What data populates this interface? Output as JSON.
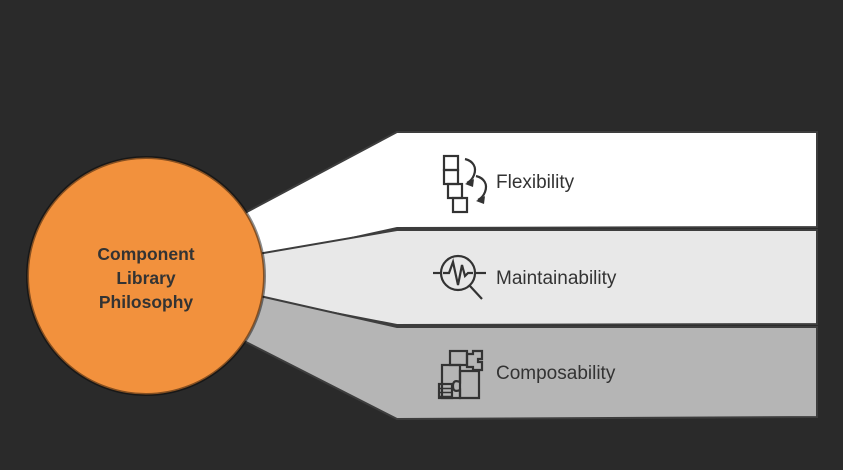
{
  "diagram": {
    "title": "Component Library Philosophy",
    "center": {
      "label": "Component Library Philosophy",
      "lines": [
        "Component",
        "Library",
        "Philosophy"
      ],
      "fill": "#F2913D"
    },
    "branches": [
      {
        "label": "Flexibility",
        "icon": "blocks-reorder-icon",
        "fill": "#FFFFFF"
      },
      {
        "label": "Maintainability",
        "icon": "pulse-magnifier-icon",
        "fill": "#E8E8E8"
      },
      {
        "label": "Composability",
        "icon": "puzzle-modules-icon",
        "fill": "#B5B5B5"
      }
    ],
    "colors": {
      "background": "#2A2A2A",
      "stroke": "#3d3d3d",
      "text": "#333333",
      "accent": "#F2913D"
    }
  }
}
